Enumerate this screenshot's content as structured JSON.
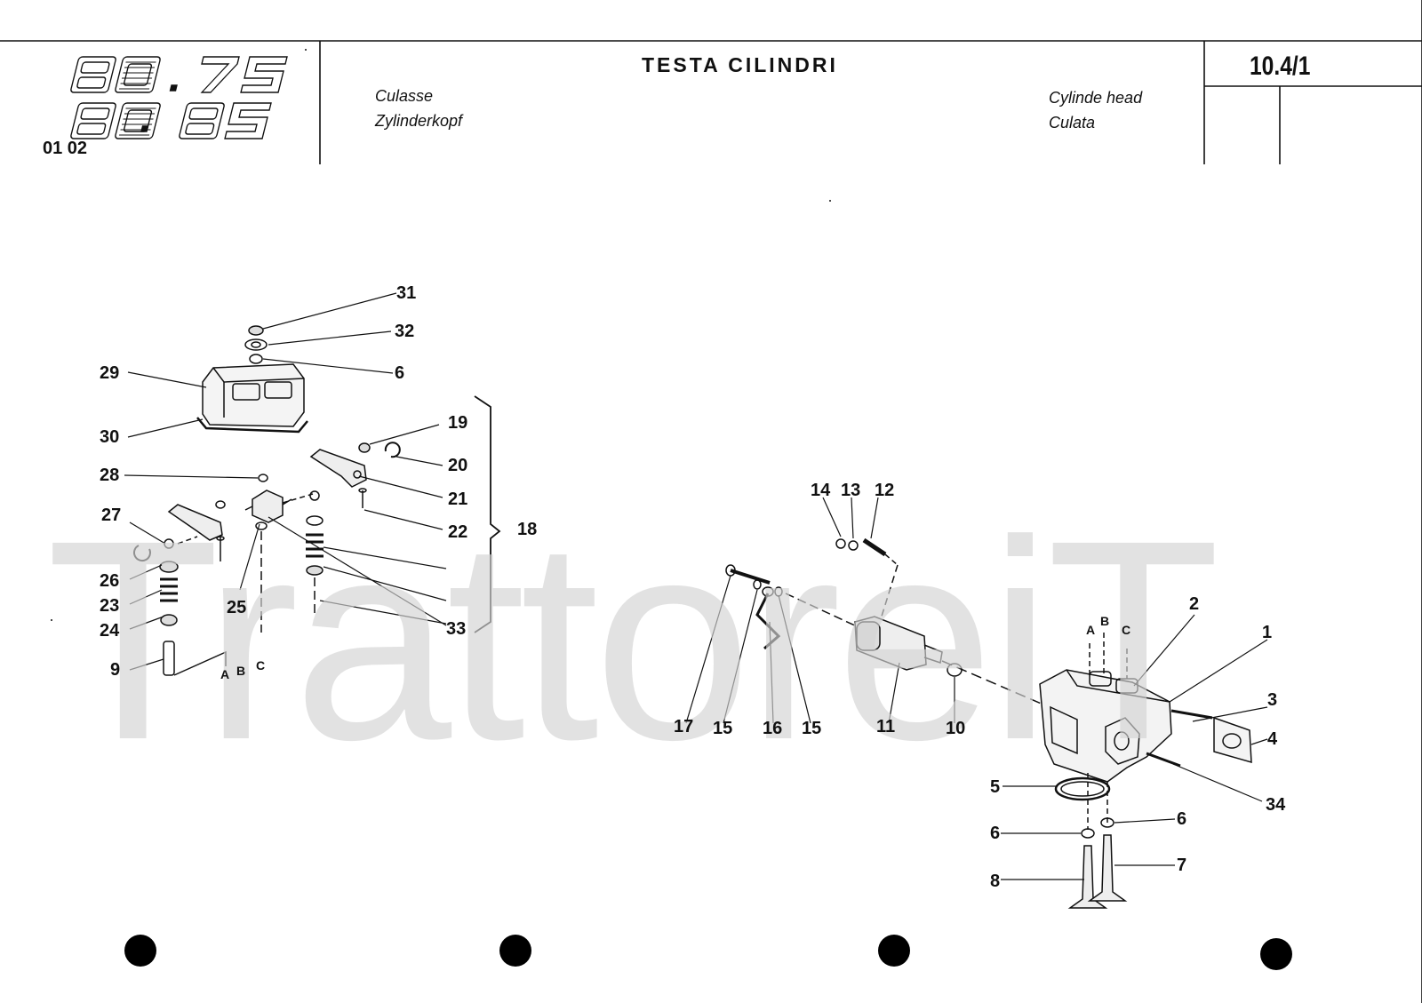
{
  "header": {
    "title": "TESTA CILINDRI",
    "subtitles_left": [
      "Culasse",
      "Zylinderkopf"
    ],
    "subtitles_right": [
      "Cylinde head",
      "Culata"
    ],
    "page_number": "10.4/1",
    "issue_code": "01 02",
    "models": [
      "80.75",
      "80.85"
    ]
  },
  "watermark": "TrattoreiT",
  "callouts": [
    "31",
    "32",
    "6",
    "29",
    "30",
    "19",
    "20",
    "28",
    "21",
    "27",
    "22",
    "18",
    "26",
    "23",
    "25",
    "33",
    "24",
    "9",
    "14",
    "13",
    "12",
    "2",
    "1",
    "17",
    "15",
    "16",
    "15",
    "11",
    "10",
    "3",
    "4",
    "5",
    "34",
    "6",
    "6",
    "8",
    "7"
  ],
  "axis_letters": [
    "A",
    "B",
    "C",
    "A",
    "B",
    "C"
  ],
  "colors": {
    "ink": "#111111",
    "watermark": "#d4d4d4"
  }
}
